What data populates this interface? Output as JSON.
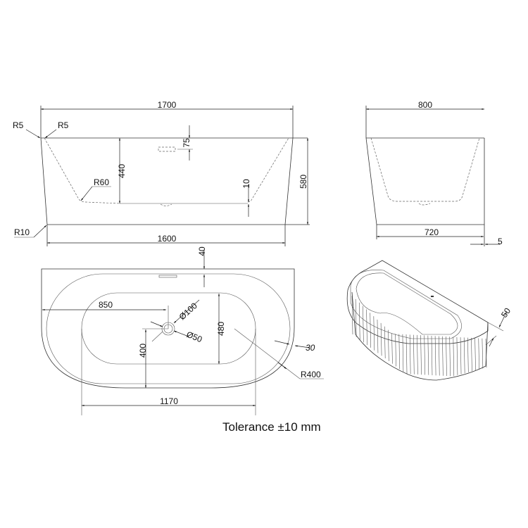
{
  "front_view": {
    "overall_length": "1700",
    "base_length": "1600",
    "overall_height": "580",
    "inner_depth": "440",
    "overflow_offset": "75",
    "floor_offset": "10",
    "corner_radius_left": "R5",
    "corner_radius_inner": "R5",
    "base_radius": "R10",
    "floor_radius": "R60"
  },
  "side_view": {
    "overall_width": "800",
    "base_width": "720",
    "base_offset": "5"
  },
  "top_view": {
    "back_rim": "40",
    "drain_position_x": "850",
    "drain_diameter_outer": "Ø100",
    "drain_diameter_inner": "Ø50",
    "basin_width": "480",
    "drain_position_y": "400",
    "rim_thickness": "30",
    "end_radius": "R400",
    "basin_length": "1170"
  },
  "iso_view": {
    "wall_thickness": "50"
  },
  "footer": {
    "tolerance": "Tolerance ±10 mm"
  }
}
